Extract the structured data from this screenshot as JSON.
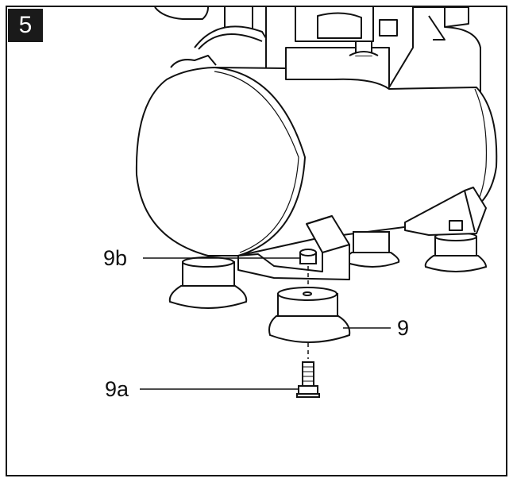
{
  "step": {
    "number": "5"
  },
  "callouts": {
    "label_9b": "9b",
    "label_9": "9",
    "label_9a": "9a"
  },
  "colors": {
    "line": "#111111",
    "background": "#ffffff"
  }
}
